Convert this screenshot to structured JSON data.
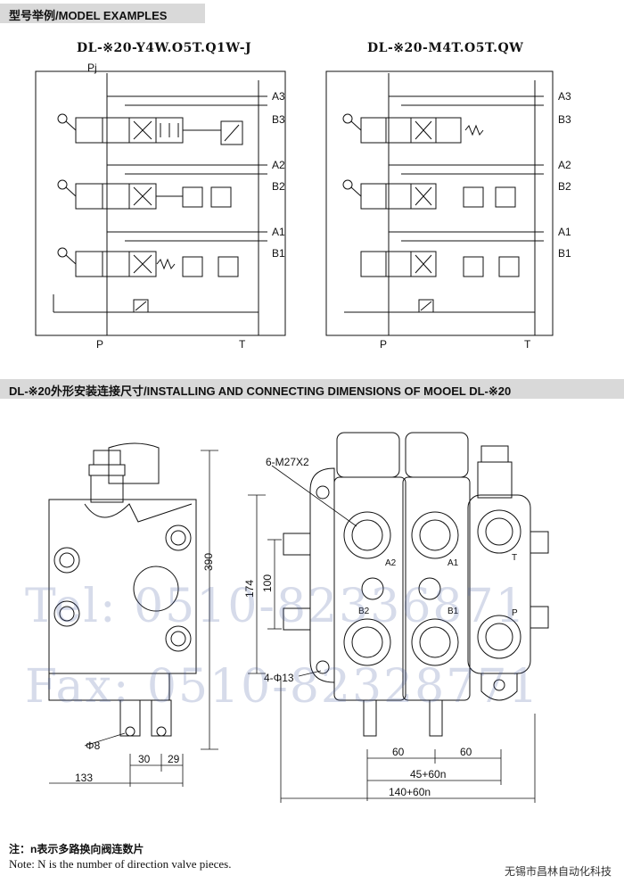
{
  "header_section1": "型号举例/MODEL EXAMPLES",
  "model_left": "DL-※20-Y4W.O5T.Q1W-J",
  "model_right": "DL-※20-M4T.O5T.QW",
  "port_labels": {
    "pj": "Pj",
    "a3": "A3",
    "b3": "B3",
    "a2": "A2",
    "b2": "B2",
    "a1": "A1",
    "b1": "B1",
    "p": "P",
    "t": "T"
  },
  "header_section2": "DL-※20外形安装连接尺寸/INSTALLING AND CONNECTING DIMENSIONS OF MOOEL DL-※20",
  "dims": {
    "d390": "390",
    "d174": "174",
    "d100": "100",
    "d133": "133",
    "d30": "30",
    "d29": "29",
    "phi8": "Φ8",
    "thread": "6-M27X2",
    "holes": "4-Φ13",
    "d60a": "60",
    "d60b": "60",
    "d45": "45+60n",
    "d140": "140+60n"
  },
  "side_ports": {
    "a2": "A2",
    "a1": "A1",
    "b2": "B2",
    "b1": "B1",
    "t": "T",
    "p": "P"
  },
  "watermark": {
    "tel": "Tel: 0510-82336871",
    "fax": "Fax: 0510-82328771"
  },
  "note_cn": "注：n表示多路换向阀连数片",
  "note_en": "Note: N is the number of direction valve pieces.",
  "company": "无锡市昌林自动化科技",
  "colors": {
    "line": "#111111",
    "band": "#d9d9d9",
    "watermark": "#465aa0"
  }
}
